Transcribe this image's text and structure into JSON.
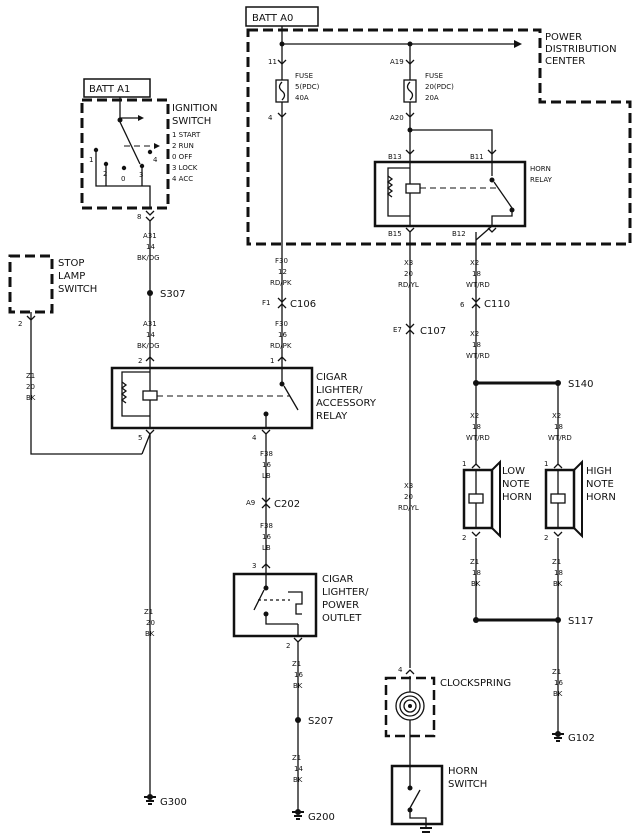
{
  "sources": {
    "batt_a0": "BATT A0",
    "batt_a1": "BATT A1"
  },
  "pdc": {
    "title1": "POWER",
    "title2": "DISTRIBUTION",
    "title3": "CENTER",
    "fuse_word": "FUSE",
    "fuse5": {
      "line1": "5(PDC)",
      "line2": "40A"
    },
    "fuse20": {
      "line1": "20(PDC)",
      "line2": "20A"
    },
    "pins": {
      "p11": "11",
      "p4": "4",
      "a19": "A19",
      "a20": "A20",
      "b13": "B13",
      "b11": "B11",
      "b15": "B15",
      "b12": "B12"
    }
  },
  "horn_relay": {
    "line1": "HORN",
    "line2": "RELAY"
  },
  "ignition": {
    "line1": "IGNITION",
    "line2": "SWITCH",
    "positions": [
      "1 START",
      "2 RUN",
      "0 OFF",
      "3 LOCK",
      "4 ACC"
    ],
    "contacts": {
      "c1": "1",
      "c2": "2",
      "c0": "0",
      "c3": "3",
      "c4": "4"
    },
    "pin": "8"
  },
  "stop_lamp": {
    "line1": "STOP",
    "line2": "LAMP",
    "line3": "SWITCH",
    "pin": "2"
  },
  "wires": {
    "a31_top": [
      "A31",
      "14",
      "BK/DG"
    ],
    "a31_bot": [
      "A31",
      "14",
      "BK/DG"
    ],
    "z1_stop": [
      "Z1",
      "20",
      "BK"
    ],
    "f30_top": [
      "F30",
      "12",
      "RD/PK"
    ],
    "f30_bot": [
      "F30",
      "16",
      "RD/PK"
    ],
    "x3_top": [
      "X3",
      "20",
      "RD/YL"
    ],
    "x3_bot": [
      "X3",
      "20",
      "RD/YL"
    ],
    "x2_top": [
      "X2",
      "18",
      "WT/RD"
    ],
    "x2_mid": [
      "X2",
      "18",
      "WT/RD"
    ],
    "x2_low": [
      "X2",
      "18",
      "WT/RD"
    ],
    "x2_high": [
      "X2",
      "18",
      "WT/RD"
    ],
    "f38_a": [
      "F38",
      "16",
      "LB"
    ],
    "f38_b": [
      "F38",
      "16",
      "LB"
    ],
    "z1_cigar": [
      "Z1",
      "20",
      "BK"
    ],
    "z1_outlet_a": [
      "Z1",
      "16",
      "BK"
    ],
    "z1_outlet_b": [
      "Z1",
      "14",
      "BK"
    ],
    "z1_low": [
      "Z1",
      "18",
      "BK"
    ],
    "z1_high": [
      "Z1",
      "18",
      "BK"
    ],
    "z1_g102": [
      "Z1",
      "16",
      "BK"
    ]
  },
  "splices": {
    "s307": "S307",
    "s140": "S140",
    "s117": "S117",
    "s207": "S207"
  },
  "connectors": {
    "c106": {
      "pin": "F1",
      "name": "C106"
    },
    "c110": {
      "pin": "6",
      "name": "C110"
    },
    "c107": {
      "pin": "E7",
      "name": "C107"
    },
    "c202": {
      "pin": "A9",
      "name": "C202"
    }
  },
  "cigar_relay": {
    "line1": "CIGAR",
    "line2": "LIGHTER/",
    "line3": "ACCESSORY",
    "line4": "RELAY",
    "pins": {
      "p2": "2",
      "p1": "1",
      "p5": "5",
      "p4": "4"
    }
  },
  "cigar_outlet": {
    "line1": "CIGAR",
    "line2": "LIGHTER/",
    "line3": "POWER",
    "line4": "OUTLET",
    "pins": {
      "p3": "3",
      "p2": "2"
    }
  },
  "horns": {
    "low": {
      "line1": "LOW",
      "line2": "NOTE",
      "line3": "HORN",
      "pin_top": "1",
      "pin_bot": "2"
    },
    "high": {
      "line1": "HIGH",
      "line2": "NOTE",
      "line3": "HORN",
      "pin_top": "1",
      "pin_bot": "2"
    }
  },
  "clockspring": {
    "label": "CLOCKSPRING",
    "pin": "4"
  },
  "horn_switch": {
    "line1": "HORN",
    "line2": "SWITCH"
  },
  "grounds": {
    "g300": "G300",
    "g200": "G200",
    "g102": "G102"
  }
}
